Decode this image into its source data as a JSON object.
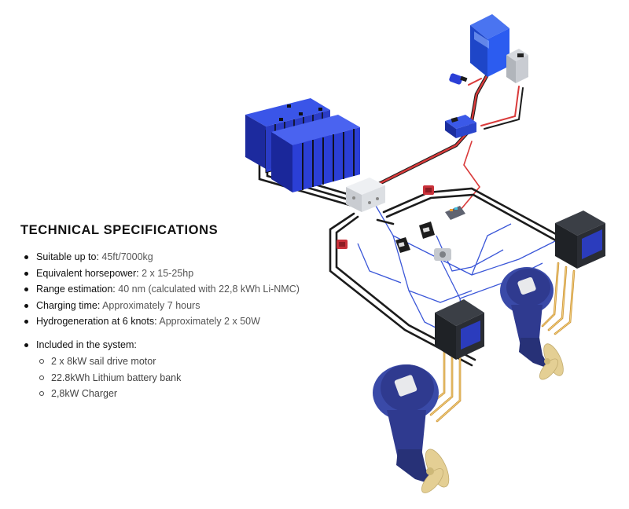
{
  "specs": {
    "title": "TECHNICAL SPECIFICATIONS",
    "items": [
      {
        "label": "Suitable up to:",
        "value": "45ft/7000kg"
      },
      {
        "label": "Equivalent horsepower:",
        "value": "2 x 15-25hp"
      },
      {
        "label": "Range estimation:",
        "value": "40 nm (calculated with 22,8 kWh Li-NMC)"
      },
      {
        "label": "Charging time:",
        "value": "Approximately 7 hours"
      },
      {
        "label": "Hydrogeneration at 6 knots:",
        "value": "Approximately 2 x 50W"
      }
    ],
    "included_label": "Included in the system:",
    "included": [
      "2 x 8kW sail drive motor",
      "22.8kWh Lithium battery bank",
      "2,8kW Charger"
    ]
  },
  "colors": {
    "battery_blue": "#2b3fd6",
    "device_dark": "#2a2d33",
    "motor_blue": "#2f3a8f",
    "propeller_gold": "#e4cf94",
    "cable_red": "#d93a3a",
    "cable_black": "#1c1c1c",
    "cable_yellow": "#e0a94a",
    "cable_blue": "#3b57d8"
  }
}
